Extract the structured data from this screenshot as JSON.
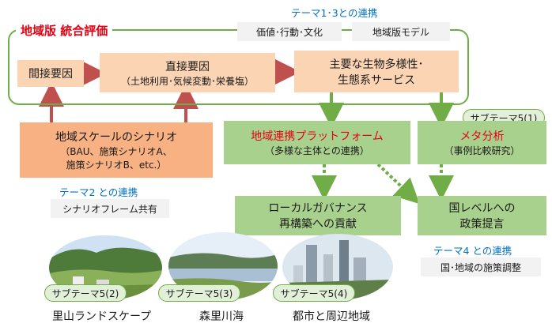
{
  "header": {
    "theme13_link": "テーマ1･3との連携"
  },
  "frame": {
    "title": "地域版 統合評価",
    "tag1": "価値･行動･文化",
    "tag2": "地域版モデル"
  },
  "boxes": {
    "indirect": "間接要因",
    "direct_title": "直接要因",
    "direct_sub": "（土地利用･気候変動･栄養塩）",
    "biodiv_line1": "主要な生物多様性･",
    "biodiv_line2": "生態系サービス",
    "scenario_title": "地域スケールのシナリオ",
    "scenario_sub1": "（BAU、施策シナリオA、",
    "scenario_sub2": "施策シナリオB、etc.）",
    "platform_title": "地域連携プラットフォーム",
    "platform_sub": "（多様な主体との連携）",
    "meta_title": "メタ分析",
    "meta_sub": "（事例比較研究）",
    "governance_line1": "ローカルガバナンス",
    "governance_line2": "再構築への貢献",
    "policy_line1": "国レベルへの",
    "policy_line2": "政策提言"
  },
  "links": {
    "theme2": "テーマ2 との連携",
    "theme2_box": "シナリオフレーム共有",
    "theme4": "テーマ4 との連携",
    "theme4_box": "国･地域の施策調整"
  },
  "subthemes": {
    "st51": "サブテーマ5(1)",
    "st52": "サブテーマ5(2)",
    "st53": "サブテーマ5(3)",
    "st54": "サブテーマ5(4)"
  },
  "captions": {
    "satoyama": "里山ランドスケープ",
    "shinrisen": "森里川海",
    "toshi": "都市と周辺地域"
  },
  "colors": {
    "frame_green": "#70ad47",
    "arrow_red": "#c0504d",
    "title_red": "#e60012",
    "link_blue": "#0070c0",
    "box_orange": "#f8b183",
    "box_green": "#a9d18e"
  }
}
